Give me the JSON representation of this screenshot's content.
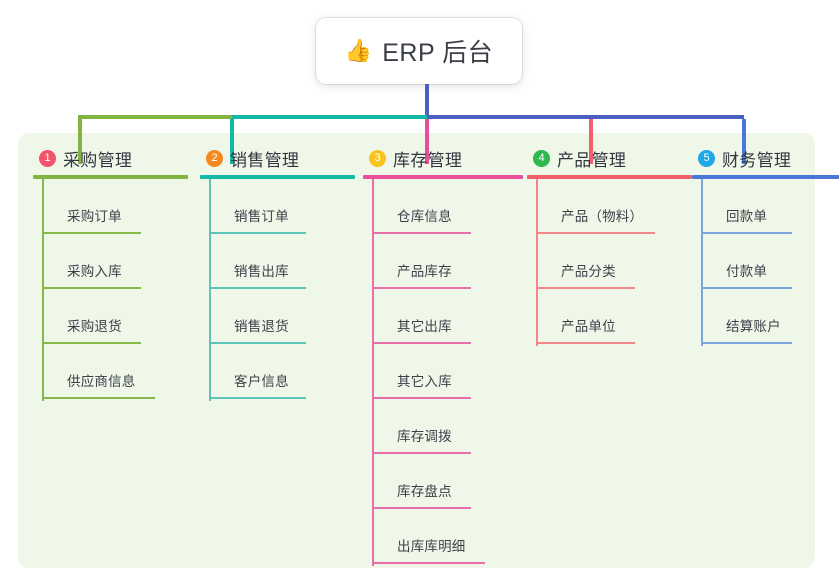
{
  "root": {
    "icon": "thumbs-up-icon",
    "icon_glyph": "👍",
    "label": "ERP 后台"
  },
  "canvas": {
    "background_color": "#eff7e9"
  },
  "connector_colors": {
    "root_stem": "#4a5fc1",
    "bar_segment_1": "#83b442",
    "bar_segment_2": "#14b9a6",
    "bar_segment_3": "#4a5fc1"
  },
  "columns": [
    {
      "number": "1",
      "title": "采购管理",
      "badge_color": "#f0556c",
      "accent_color": "#83b442",
      "items": [
        {
          "label": "采购订单"
        },
        {
          "label": "采购入库"
        },
        {
          "label": "采购退货"
        },
        {
          "label": "供应商信息"
        }
      ]
    },
    {
      "number": "2",
      "title": "销售管理",
      "badge_color": "#f4891f",
      "accent_color": "#14b9a6",
      "items": [
        {
          "label": "销售订单"
        },
        {
          "label": "销售出库"
        },
        {
          "label": "销售退货"
        },
        {
          "label": "客户信息"
        }
      ]
    },
    {
      "number": "3",
      "title": "库存管理",
      "badge_color": "#f7c420",
      "accent_color": "#e8509b",
      "items": [
        {
          "label": "仓库信息"
        },
        {
          "label": "产品库存"
        },
        {
          "label": "其它出库"
        },
        {
          "label": "其它入库"
        },
        {
          "label": "库存调拨"
        },
        {
          "label": "库存盘点"
        },
        {
          "label": "出库库明细"
        }
      ]
    },
    {
      "number": "4",
      "title": "产品管理",
      "badge_color": "#2fb84f",
      "accent_color": "#f0606a",
      "items": [
        {
          "label": "产品（物料）"
        },
        {
          "label": "产品分类"
        },
        {
          "label": "产品单位"
        }
      ]
    },
    {
      "number": "5",
      "title": "财务管理",
      "badge_color": "#1fa8e8",
      "accent_color": "#4a78d8",
      "items": [
        {
          "label": "回款单"
        },
        {
          "label": "付款单"
        },
        {
          "label": "结算账户"
        }
      ]
    }
  ]
}
